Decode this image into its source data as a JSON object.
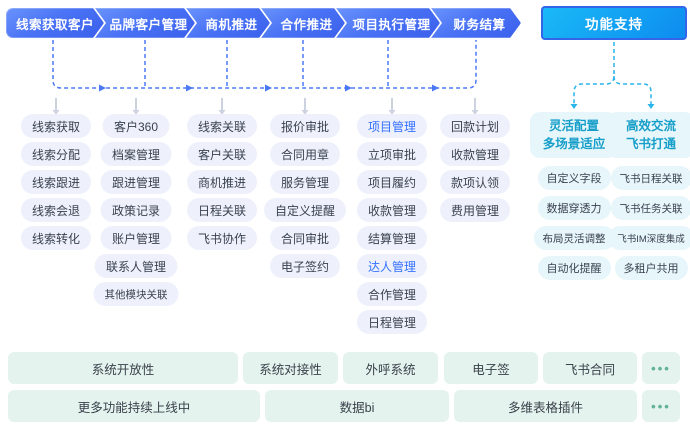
{
  "flow_stages": [
    "线索获取客户",
    "品牌客户管理",
    "商机推进",
    "合作推进",
    "项目执行管理",
    "财务结算"
  ],
  "support_button": "功能支持",
  "module_columns": [
    [
      "线索获取",
      "线索分配",
      "线索跟进",
      "线索会退",
      "线索转化"
    ],
    [
      "客户360",
      "档案管理",
      "跟进管理",
      "政策记录",
      "账户管理",
      "联系人管理",
      "其他模块关联"
    ],
    [
      "线索关联",
      "客户关联",
      "商机推进",
      "日程关联",
      "飞书协作"
    ],
    [
      "报价审批",
      "合同用章",
      "服务管理",
      "自定义提醒",
      "合同审批",
      "电子签约"
    ],
    [
      "项目管理",
      "立项审批",
      "项目履约",
      "收款管理",
      "结算管理",
      "达人管理",
      "合作管理",
      "日程管理"
    ],
    [
      "回款计划",
      "收款管理",
      "款项认领",
      "费用管理"
    ]
  ],
  "accent_items": [
    "项目管理",
    "达人管理"
  ],
  "support_groups": [
    {
      "title_lines": [
        "灵活配置",
        "多场景适应"
      ],
      "items": [
        "自定义字段",
        "数据穿透力",
        "布局灵活调整",
        "自动化提醒"
      ]
    },
    {
      "title_lines": [
        "高效交流",
        "飞书打通"
      ],
      "items": [
        "飞书日程关联",
        "飞书任务关联",
        "飞书IM深度集成",
        "多租户共用"
      ]
    }
  ],
  "bottom_rows": [
    [
      "系统开放性",
      "系统对接性",
      "外呼系统",
      "电子签",
      "飞书合同",
      "•••"
    ],
    [
      "更多功能持续上线中",
      "数据bi",
      "多维表格插件",
      "•••"
    ]
  ],
  "colors": {
    "flow_gradient_start": "#6a93fc",
    "flow_gradient_end": "#3a5fec",
    "support_fill_start": "#1ab9f6",
    "support_fill_end": "#0d8cf0",
    "support_border": "#3365e9",
    "accent_text": "#3370ff",
    "pill_bg": "#eef1fb",
    "support_pill_bg": "#e7f6fa",
    "support_title_text": "#189fc9",
    "bottom_bg": "#e5f3ee",
    "bottom_more_dots": "#62b394",
    "connector_blue": "#4b79f6",
    "connector_cyan": "#29b4ea",
    "connector_grey": "#ccd2df"
  }
}
